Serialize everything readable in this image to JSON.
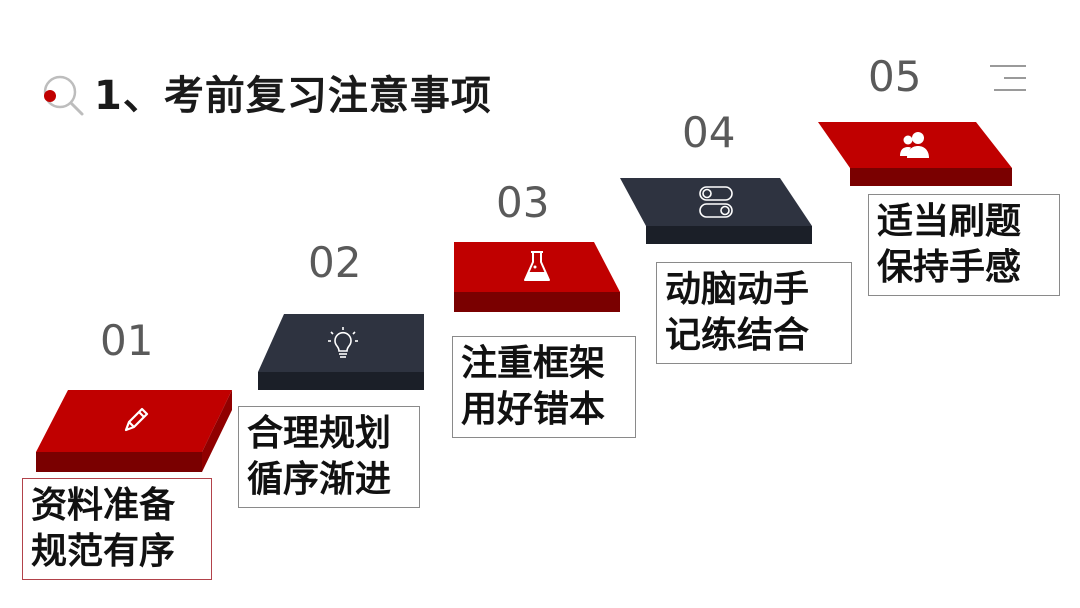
{
  "title": "1、考前复习注意事项",
  "colors": {
    "red": "#c00000",
    "red_dark": "#7a0000",
    "navy": "#2e3340",
    "navy_dark": "#1b1f28"
  },
  "steps": [
    {
      "number": "01",
      "icon": "pencil-icon",
      "line1": "资料准备",
      "line2": "规范有序"
    },
    {
      "number": "02",
      "icon": "lightbulb-icon",
      "line1": "合理规划",
      "line2": "循序渐进"
    },
    {
      "number": "03",
      "icon": "flask-icon",
      "line1": "注重框架",
      "line2": "用好错本"
    },
    {
      "number": "04",
      "icon": "toggle-icon",
      "line1": "动脑动手",
      "line2": "记练结合"
    },
    {
      "number": "05",
      "icon": "users-icon",
      "line1": "适当刷题",
      "line2": "保持手感"
    }
  ]
}
